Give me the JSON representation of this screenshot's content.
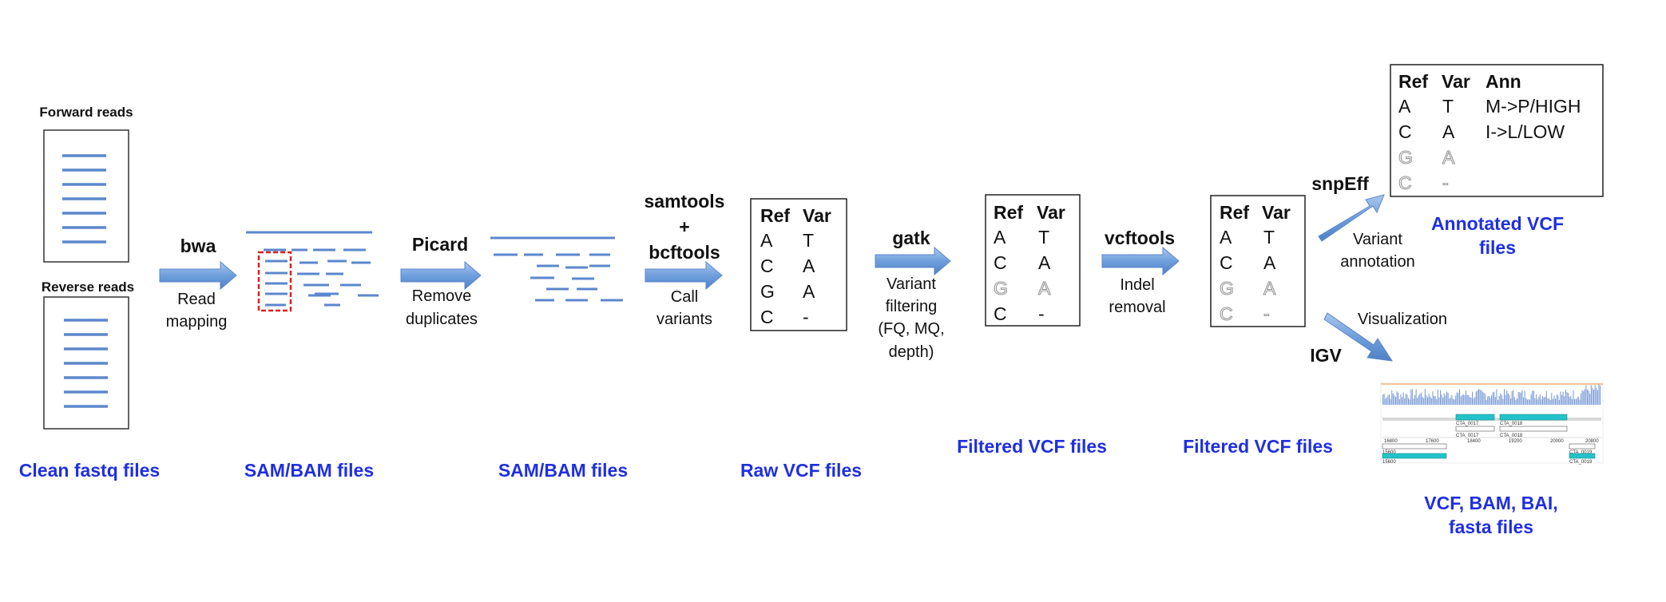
{
  "labels": {
    "forward_reads": "Forward reads",
    "reverse_reads": "Reverse reads",
    "clean_fastq": "Clean fastq files",
    "sam_bam_1": "SAM/BAM files",
    "sam_bam_2": "SAM/BAM files",
    "raw_vcf": "Raw VCF files",
    "filtered_vcf_1": "Filtered VCF files",
    "filtered_vcf_2": "Filtered VCF files",
    "annotated_vcf_1": "Annotated VCF",
    "annotated_vcf_2": "files",
    "final_files_1": "VCF, BAM, BAI,",
    "final_files_2": "fasta files"
  },
  "steps": {
    "bwa": {
      "tool": "bwa",
      "desc1": "Read",
      "desc2": "mapping"
    },
    "picard": {
      "tool": "Picard",
      "desc1": "Remove",
      "desc2": "duplicates"
    },
    "samtools": {
      "tool1": "samtools",
      "plus": "+",
      "tool2": "bcftools",
      "desc1": "Call",
      "desc2": "variants"
    },
    "gatk": {
      "tool": "gatk",
      "desc1": "Variant",
      "desc2": "filtering",
      "desc3": "(FQ, MQ,",
      "desc4": "depth)"
    },
    "vcftools": {
      "tool": "vcftools",
      "desc1": "Indel",
      "desc2": "removal"
    },
    "snpeff": {
      "tool": "snpEff",
      "desc1": "Variant",
      "desc2": "annotation"
    },
    "igv": {
      "tool": "IGV",
      "desc1": "Visualization"
    }
  },
  "tables": {
    "raw": {
      "headers": [
        "Ref",
        "Var"
      ],
      "rows": [
        [
          "A",
          "T"
        ],
        [
          "C",
          "A"
        ],
        [
          "G",
          "A"
        ],
        [
          "C",
          "-"
        ]
      ]
    },
    "gatk": {
      "headers": [
        "Ref",
        "Var"
      ],
      "rows": [
        [
          "A",
          "T"
        ],
        [
          "C",
          "A"
        ],
        [
          "G",
          "A"
        ],
        [
          "C",
          "-"
        ]
      ]
    },
    "vcftools": {
      "headers": [
        "Ref",
        "Var"
      ],
      "rows": [
        [
          "A",
          "T"
        ],
        [
          "C",
          "A"
        ],
        [
          "G",
          "A"
        ],
        [
          "C",
          "-"
        ]
      ]
    },
    "annotated": {
      "headers": [
        "Ref",
        "Var",
        "Ann"
      ],
      "rows": [
        [
          "A",
          "T",
          "M->P/HIGH"
        ],
        [
          "C",
          "A",
          "I->L/LOW"
        ],
        [
          "G",
          "A",
          ""
        ],
        [
          "C",
          "-",
          ""
        ]
      ]
    }
  },
  "igv_labels": {
    "gene_a": "CTA_0017",
    "gene_b": "CTA_0018",
    "gene_c": "CTA_0019",
    "coord_1": "16800",
    "coord_2": "17600",
    "coord_3": "18400",
    "coord_4": "19200",
    "coord_5": "20000",
    "coord_6": "20800",
    "track_2": "15600"
  },
  "colors": {
    "label_blue": "#1f2fe0",
    "arrow_blue": "#6f9fdc",
    "read_blue": "#5b87cc",
    "dup_box_red": "#e02020",
    "igv_gene": "#22c3c8"
  }
}
